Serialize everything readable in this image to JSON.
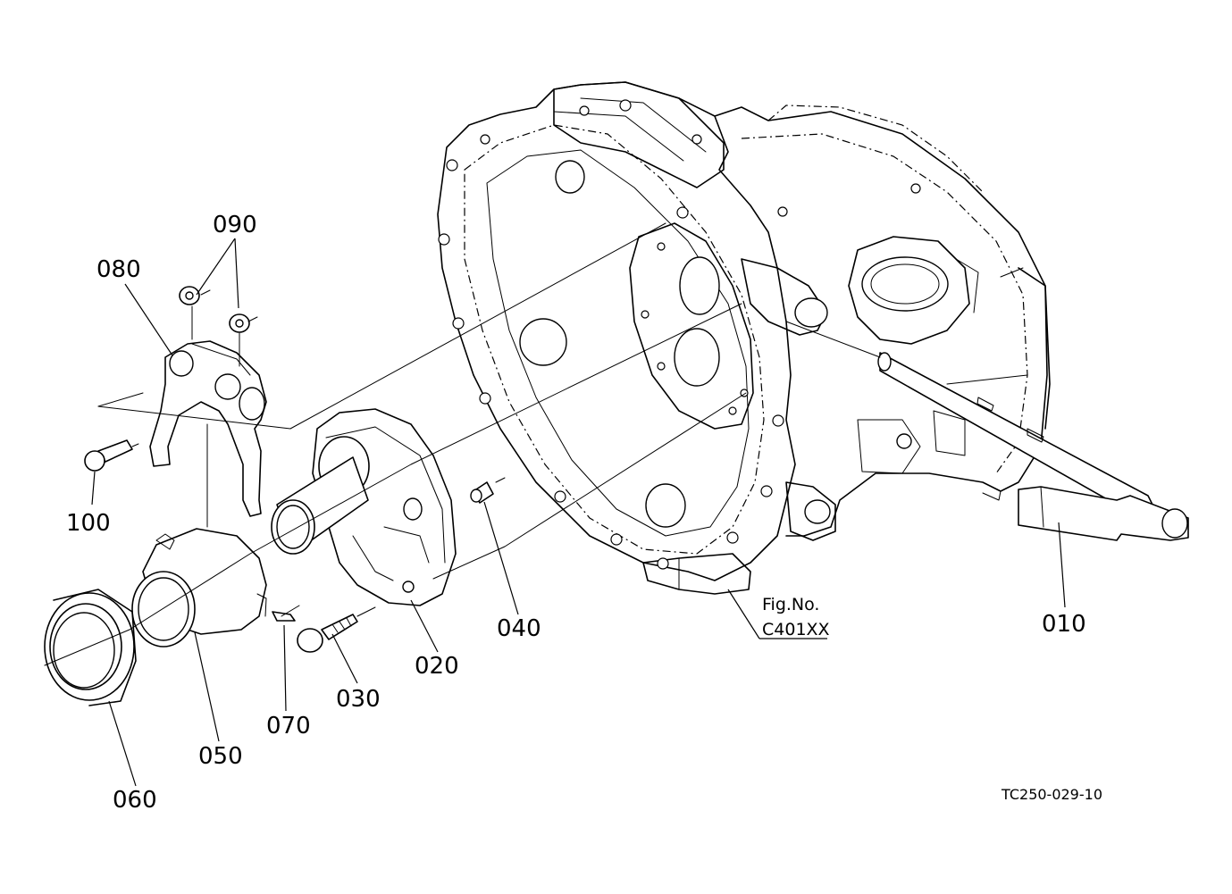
{
  "parts": {
    "p010": "010",
    "p020": "020",
    "p030": "030",
    "p040": "040",
    "p050": "050",
    "p060": "060",
    "p070": "070",
    "p080": "080",
    "p090": "090",
    "p100": "100"
  },
  "figure_ref": {
    "line1": "Fig.No.",
    "line2": "C401XX"
  },
  "drawing_code": "TC250-029-10"
}
